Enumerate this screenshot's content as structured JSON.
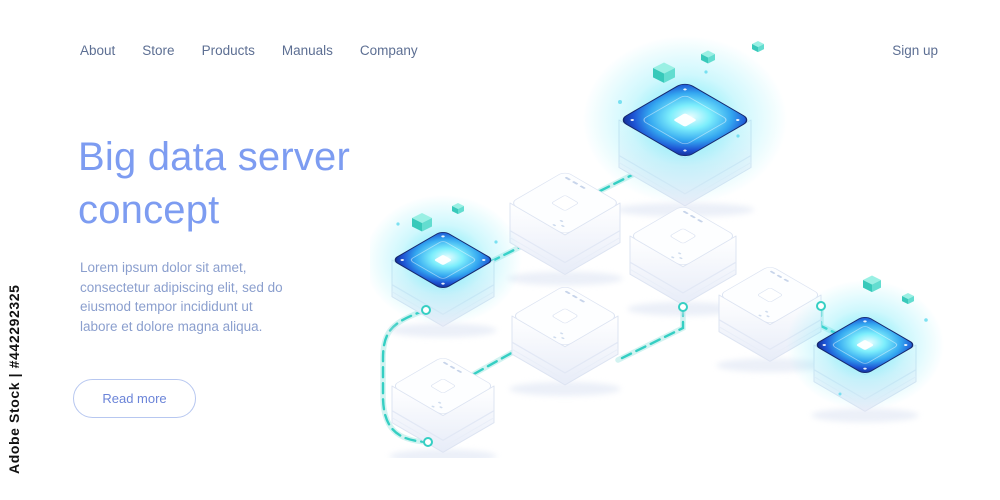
{
  "nav": {
    "items": [
      {
        "label": "About"
      },
      {
        "label": "Store"
      },
      {
        "label": "Products"
      },
      {
        "label": "Manuals"
      },
      {
        "label": "Company"
      }
    ],
    "signup_label": "Sign up"
  },
  "hero": {
    "title": "Big data server\nconcept",
    "paragraph": "Lorem ipsum dolor sit amet,\nconsectetur adipiscing elit, sed do\neiusmod tempor incididunt ut\nlabore et dolore magna aliqua.",
    "cta_label": "Read more"
  },
  "watermark": {
    "text": "Adobe Stock | #442292325"
  },
  "theme": {
    "background": "#ffffff",
    "nav_color": "#5d6f93",
    "heading_color": "#7d9cf1",
    "text_color": "#8b9fce",
    "button_border": "#b7c7f0",
    "button_text": "#6b84d8",
    "watermark_color": "#111111"
  },
  "illustration": {
    "name": "isometric-big-data-servers",
    "colors": {
      "teal": "#35cfc3",
      "teal_light": "#c3efec",
      "cube_top": "#9af0e4",
      "cube_left": "#38c9ba",
      "cube_right": "#63ddd0",
      "glow_edge": "#16286e",
      "box_outline": "#dde4f2"
    }
  }
}
